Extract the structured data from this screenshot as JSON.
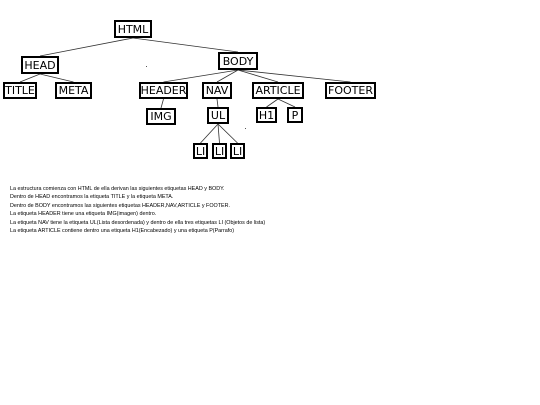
{
  "diagram": {
    "nodes": [
      {
        "id": "html",
        "label": "HTML",
        "parent": null
      },
      {
        "id": "head",
        "label": "HEAD",
        "parent": "html"
      },
      {
        "id": "body",
        "label": "BODY",
        "parent": "html"
      },
      {
        "id": "title",
        "label": "TITLE",
        "parent": "head"
      },
      {
        "id": "meta",
        "label": "META",
        "parent": "head"
      },
      {
        "id": "header",
        "label": "HEADER",
        "parent": "body"
      },
      {
        "id": "nav",
        "label": "NAV",
        "parent": "body"
      },
      {
        "id": "article",
        "label": "ARTICLE",
        "parent": "body"
      },
      {
        "id": "footer",
        "label": "FOOTER",
        "parent": "body"
      },
      {
        "id": "img",
        "label": "IMG",
        "parent": "header"
      },
      {
        "id": "ul",
        "label": "UL",
        "parent": "nav"
      },
      {
        "id": "h1",
        "label": "H1",
        "parent": "article"
      },
      {
        "id": "p",
        "label": "P",
        "parent": "article"
      },
      {
        "id": "li1",
        "label": "LI",
        "parent": "ul"
      },
      {
        "id": "li2",
        "label": "LI",
        "parent": "ul"
      },
      {
        "id": "li3",
        "label": "LI",
        "parent": "ul"
      }
    ]
  },
  "description": [
    "La estructura comienza con HTML de ella derivan las siguientes etiquetas HEAD y BODY.",
    "Dentro de HEAD encontramos la etiqueta TITLE y la etiqueta META.",
    "Dentro de BODY encontramos las siguientes etiquetas HEADER,NAV,ARTICLE y FOOTER.",
    "La etiqueta HEADER tiene una etiqueta IMG(imagen) dentro.",
    "La etiqueta NAV tiene la etiqueta UL(Lista desordenada) y dentro de ella tres etiquetas LI (Objetos de lista)",
    "La etiqueta ARTICLE contiene dentro una etiqueta H1(Encabezado) y una etiqueta P(Parrafo)"
  ]
}
